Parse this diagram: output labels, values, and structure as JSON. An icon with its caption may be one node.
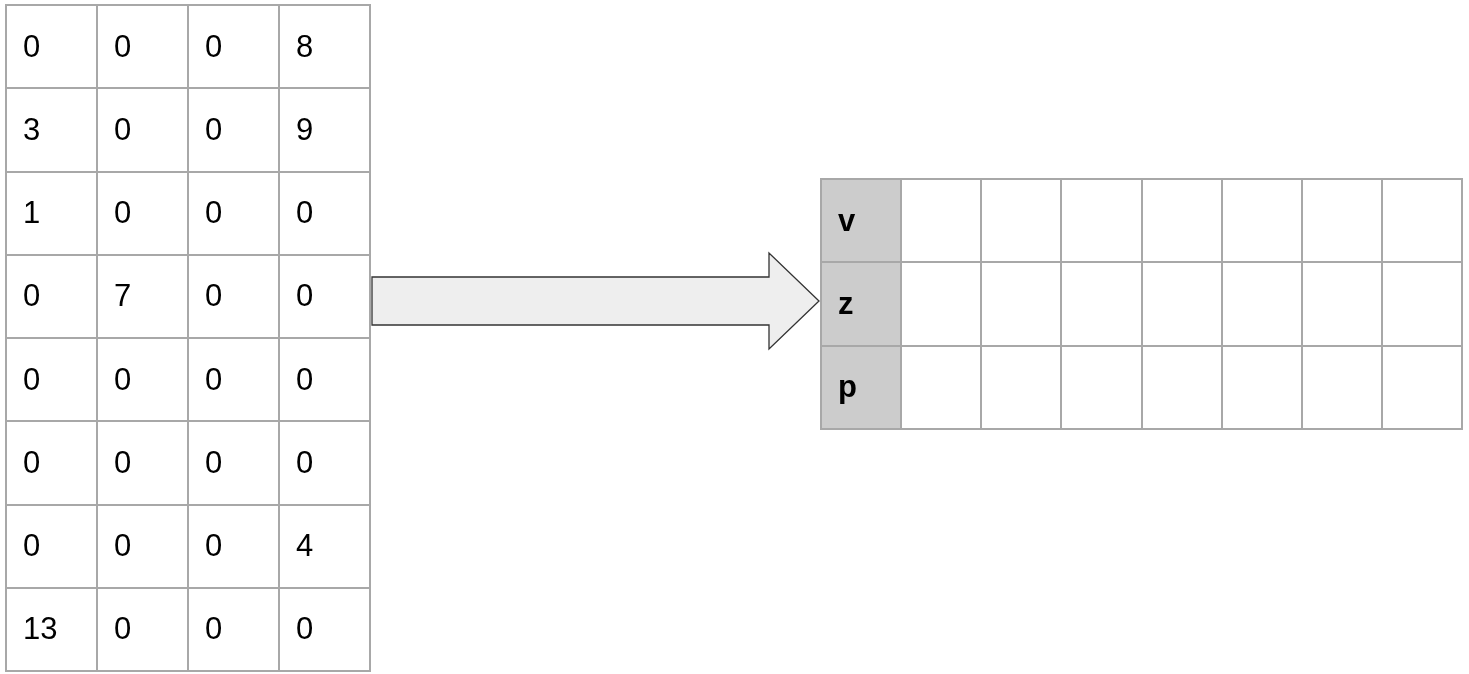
{
  "diagram": {
    "nodes": [
      {
        "text": [],
        "shape": "table"
      },
      {
        "text": [],
        "shape": "table"
      }
    ],
    "edges": [
      {
        "from": 0,
        "to": 1,
        "arrow": "to"
      }
    ],
    "labels": [
      "0",
      "0",
      "0",
      "8",
      "3",
      "0",
      "0",
      "9",
      "1",
      "0",
      "0",
      "0",
      "0",
      "7",
      "0",
      "0",
      "0",
      "0",
      "0",
      "0",
      "0",
      "0",
      "0",
      "0",
      "0",
      "0",
      "0",
      "4",
      "13",
      "0",
      "0",
      "0",
      "v",
      "z",
      "p"
    ]
  }
}
